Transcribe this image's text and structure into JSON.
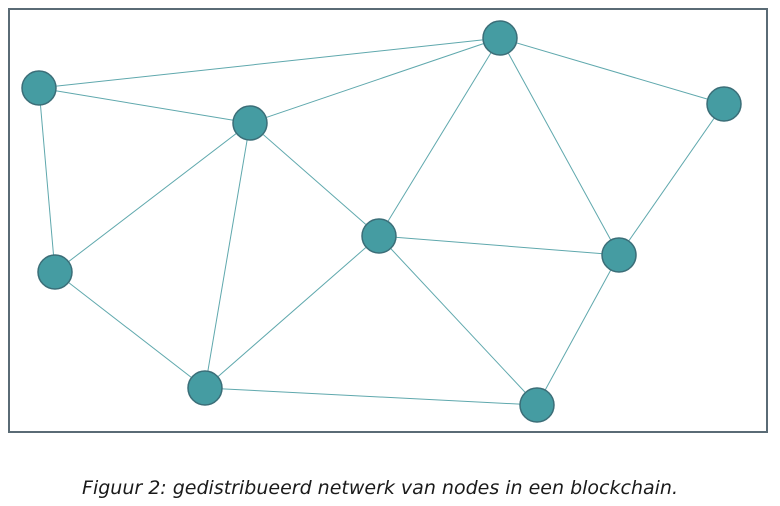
{
  "figure": {
    "caption": "Figuur 2: gedistribueerd netwerk van nodes in een blockchain."
  },
  "colors": {
    "node_fill": "#459ca2",
    "node_stroke": "#3b6e78",
    "edge": "#5fa8ad",
    "frame": "#5a6b75"
  },
  "network": {
    "nodes": [
      "n1",
      "n2",
      "n3",
      "n4",
      "n5",
      "n6",
      "n7",
      "n8",
      "n9",
      "n10"
    ],
    "edges": [
      [
        "n1",
        "n2"
      ],
      [
        "n1",
        "n3"
      ],
      [
        "n1",
        "n6"
      ],
      [
        "n2",
        "n3"
      ],
      [
        "n2",
        "n4"
      ],
      [
        "n2",
        "n5"
      ],
      [
        "n2",
        "n7"
      ],
      [
        "n2",
        "n8"
      ],
      [
        "n2",
        "n9"
      ],
      [
        "n3",
        "n5"
      ],
      [
        "n3",
        "n6"
      ],
      [
        "n3",
        "n8"
      ],
      [
        "n4",
        "n9"
      ],
      [
        "n5",
        "n7"
      ],
      [
        "n5",
        "n8"
      ],
      [
        "n5",
        "n10"
      ],
      [
        "n8",
        "n10"
      ],
      [
        "n9",
        "n10"
      ]
    ]
  }
}
